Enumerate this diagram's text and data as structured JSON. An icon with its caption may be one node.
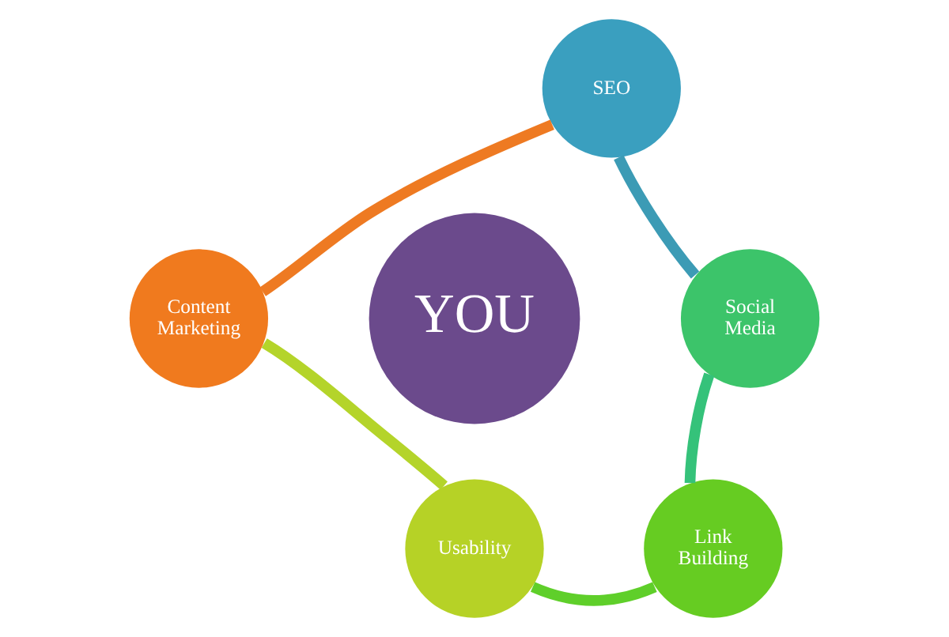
{
  "diagram": {
    "nodes": [
      {
        "text": [
          "SEO"
        ]
      },
      {
        "text": [
          "Social Media"
        ]
      },
      {
        "text": [
          "Link Building"
        ]
      },
      {
        "text": [
          "Usability"
        ]
      },
      {
        "text": [
          "Content Marketing"
        ]
      },
      {
        "text": [
          "YOU"
        ]
      }
    ],
    "edges": [
      {
        "from": 0,
        "to": 1,
        "arrow": "none",
        "color": "#3c9bb5"
      },
      {
        "from": 1,
        "to": 2,
        "arrow": "none",
        "color": "#35c27a"
      },
      {
        "from": 2,
        "to": 3,
        "arrow": "none",
        "color": "#5fcf2a"
      },
      {
        "from": 3,
        "to": 4,
        "arrow": "none",
        "color": "#b4d42a"
      },
      {
        "from": 4,
        "to": 0,
        "arrow": "none",
        "color": "#ee7a22"
      }
    ]
  }
}
